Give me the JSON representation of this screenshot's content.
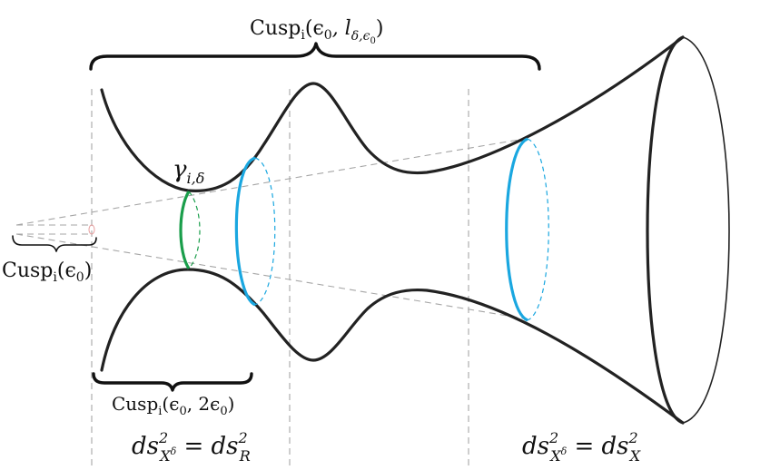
{
  "colors": {
    "outline": "#222222",
    "blue_geodesic": "#1aa7e0",
    "green_geodesic": "#1a9e4b",
    "guide_lines": "#a6a6a6",
    "cusp_point": "#e8a0a0"
  },
  "labels": {
    "cusp_top": "Cusp",
    "cusp_top_sub": "i",
    "cusp_top_args": "(ϵ",
    "cusp_top_args_sub": "0",
    "cusp_top_args2": ", l",
    "cusp_top_l_sub": "δ,ϵ",
    "cusp_top_l_subsub": "0",
    "cusp_top_close": ")",
    "gamma": "γ",
    "gamma_sub": "i,δ",
    "cusp_left": "Cusp",
    "cusp_left_sub": "i",
    "cusp_left_args": "(ϵ",
    "cusp_left_args_sub": "0",
    "cusp_left_close": ")",
    "cusp_bottom": "Cusp",
    "cusp_bottom_sub": "i",
    "cusp_bottom_args": "(ϵ",
    "cusp_bottom_args_sub": "0",
    "cusp_bottom_args2": ", 2ϵ",
    "cusp_bottom_args2_sub": "0",
    "cusp_bottom_close": ")",
    "metric_left_lhs": "ds",
    "metric_left_sup": "2",
    "metric_left_sub": "X",
    "metric_left_subsup": "δ",
    "metric_left_eq": " = ds",
    "metric_left_rsup": "2",
    "metric_left_rsub": "R",
    "metric_right_lhs": "ds",
    "metric_right_sup": "2",
    "metric_right_sub": "X",
    "metric_right_subsup": "δ",
    "metric_right_eq": " = ds",
    "metric_right_rsup": "2",
    "metric_right_rsub": "X"
  }
}
